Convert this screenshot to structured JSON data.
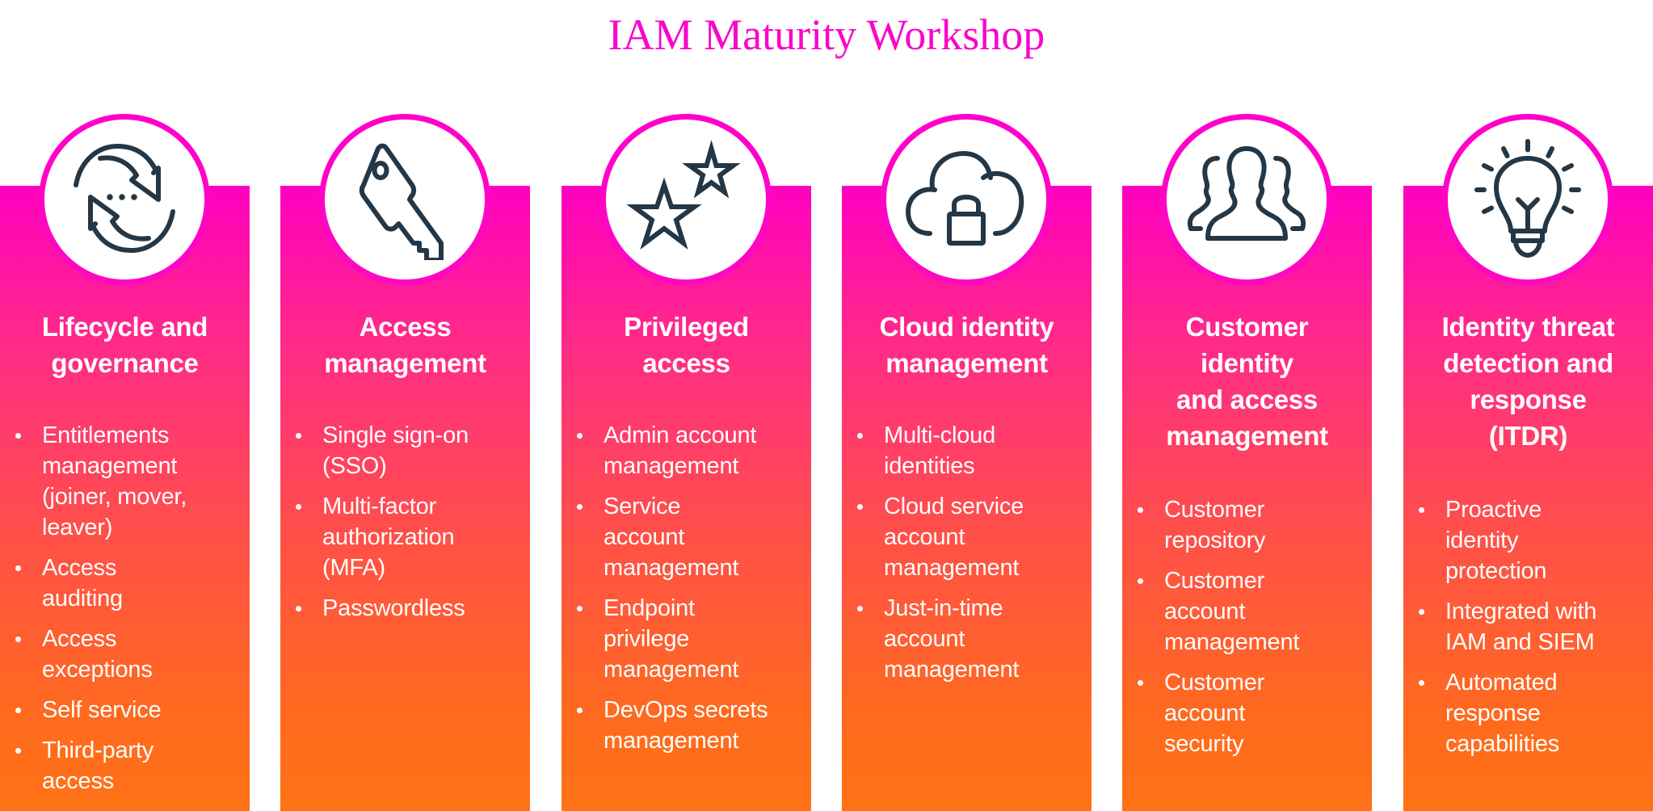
{
  "title": "IAM Maturity Workshop",
  "colors": {
    "title": "#f906c8",
    "gradient_top": "#ff00c0",
    "gradient_bottom": "#ff7216",
    "icon_stroke": "#243746"
  },
  "columns": [
    {
      "icon": "refresh-cycle-icon",
      "heading_lines": [
        "Lifecycle and",
        "governance"
      ],
      "bullets": [
        [
          "Entitlements",
          "management",
          "(joiner, mover,",
          "leaver)"
        ],
        [
          "Access",
          "auditing"
        ],
        [
          "Access",
          "exceptions"
        ],
        [
          "Self service"
        ],
        [
          "Third-party",
          "access"
        ]
      ]
    },
    {
      "icon": "key-icon",
      "heading_lines": [
        "Access",
        "management"
      ],
      "bullets": [
        [
          "Single sign-on",
          "(SSO)"
        ],
        [
          "Multi-factor",
          "authorization",
          "(MFA)"
        ],
        [
          "Passwordless"
        ]
      ]
    },
    {
      "icon": "stars-icon",
      "heading_lines": [
        "Privileged",
        "access"
      ],
      "bullets": [
        [
          "Admin account",
          "management"
        ],
        [
          "Service",
          "account",
          "management"
        ],
        [
          "Endpoint",
          "privilege",
          "management"
        ],
        [
          "DevOps secrets",
          "management"
        ]
      ]
    },
    {
      "icon": "cloud-lock-icon",
      "heading_lines": [
        "Cloud identity",
        "management"
      ],
      "bullets": [
        [
          "Multi-cloud",
          "identities"
        ],
        [
          "Cloud service",
          "account",
          "management"
        ],
        [
          "Just-in-time",
          "account",
          "management"
        ]
      ]
    },
    {
      "icon": "users-group-icon",
      "heading_lines": [
        "Customer",
        "identity",
        "and access",
        "management"
      ],
      "bullets": [
        [
          "Customer",
          "repository"
        ],
        [
          "Customer",
          "account",
          "management"
        ],
        [
          "Customer",
          "account",
          "security"
        ]
      ]
    },
    {
      "icon": "lightbulb-icon",
      "heading_lines": [
        "Identity threat",
        "detection and",
        "response",
        "(ITDR)"
      ],
      "bullets": [
        [
          "Proactive",
          "identity",
          "protection"
        ],
        [
          "Integrated with",
          "IAM and SIEM"
        ],
        [
          "Automated",
          "response",
          "capabilities"
        ]
      ]
    }
  ]
}
